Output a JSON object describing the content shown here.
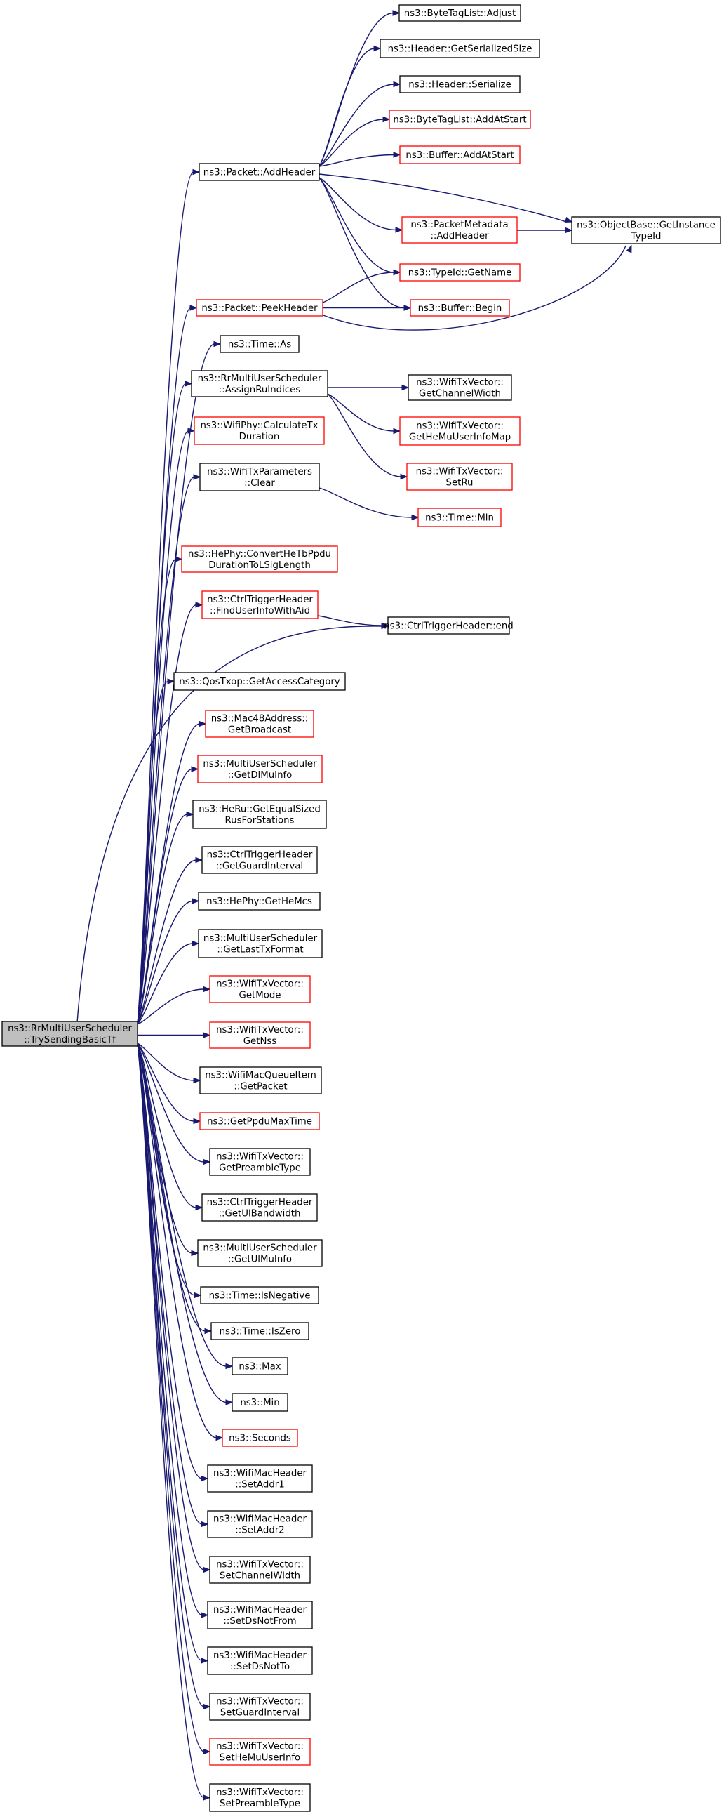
{
  "theme": {
    "edge_color": "#191970",
    "box_stroke_normal": "#000000",
    "box_stroke_truncated": "#ff0000",
    "root_fill": "#bfbfbf",
    "node_fill": "#ffffff"
  },
  "graph": {
    "nodes": [
      {
        "id": "root",
        "lines": [
          "ns3::RrMultiUserScheduler",
          "::TrySendingBasicTf"
        ],
        "style": "root"
      },
      {
        "id": "bytetaglist-adjust",
        "lines": [
          "ns3::ByteTagList::Adjust"
        ],
        "style": "normal"
      },
      {
        "id": "header-getserializedsize",
        "lines": [
          "ns3::Header::GetSerializedSize"
        ],
        "style": "normal"
      },
      {
        "id": "header-serialize",
        "lines": [
          "ns3::Header::Serialize"
        ],
        "style": "normal"
      },
      {
        "id": "bytetaglist-addatstart",
        "lines": [
          "ns3::ByteTagList::AddAtStart"
        ],
        "style": "truncated"
      },
      {
        "id": "buffer-addatstart",
        "lines": [
          "ns3::Buffer::AddAtStart"
        ],
        "style": "truncated"
      },
      {
        "id": "packet-addheader",
        "lines": [
          "ns3::Packet::AddHeader"
        ],
        "style": "normal"
      },
      {
        "id": "packetmetadata-addheader",
        "lines": [
          "ns3::PacketMetadata",
          "::AddHeader"
        ],
        "style": "truncated"
      },
      {
        "id": "objectbase-getinstancetypeid",
        "lines": [
          "ns3::ObjectBase::GetInstance",
          "TypeId"
        ],
        "style": "normal"
      },
      {
        "id": "typeid-getname",
        "lines": [
          "ns3::TypeId::GetName"
        ],
        "style": "truncated"
      },
      {
        "id": "packet-peekheader",
        "lines": [
          "ns3::Packet::PeekHeader"
        ],
        "style": "truncated"
      },
      {
        "id": "buffer-begin",
        "lines": [
          "ns3::Buffer::Begin"
        ],
        "style": "truncated"
      },
      {
        "id": "time-as",
        "lines": [
          "ns3::Time::As"
        ],
        "style": "normal"
      },
      {
        "id": "assignruindices",
        "lines": [
          "ns3::RrMultiUserScheduler",
          "::AssignRuIndices"
        ],
        "style": "normal"
      },
      {
        "id": "wifitxvector-getchannelwidth",
        "lines": [
          "ns3::WifiTxVector::",
          "GetChannelWidth"
        ],
        "style": "normal"
      },
      {
        "id": "wifiphy-calculatetxduration",
        "lines": [
          "ns3::WifiPhy::CalculateTx",
          "Duration"
        ],
        "style": "truncated"
      },
      {
        "id": "wifitxvector-gethemuuserinfomap",
        "lines": [
          "ns3::WifiTxVector::",
          "GetHeMuUserInfoMap"
        ],
        "style": "truncated"
      },
      {
        "id": "wifitxvector-setru",
        "lines": [
          "ns3::WifiTxVector::",
          "SetRu"
        ],
        "style": "truncated"
      },
      {
        "id": "wifitxparameters-clear",
        "lines": [
          "ns3::WifiTxParameters",
          "::Clear"
        ],
        "style": "normal"
      },
      {
        "id": "time-min",
        "lines": [
          "ns3::Time::Min"
        ],
        "style": "truncated"
      },
      {
        "id": "hephy-convertduration",
        "lines": [
          "ns3::HePhy::ConvertHeTbPpdu",
          "DurationToLSigLength"
        ],
        "style": "truncated"
      },
      {
        "id": "ctrltriggerheader-finduserinfowithaid",
        "lines": [
          "ns3::CtrlTriggerHeader",
          "::FindUserInfoWithAid"
        ],
        "style": "truncated"
      },
      {
        "id": "ctrltriggerheader-end",
        "lines": [
          "ns3::CtrlTriggerHeader::end"
        ],
        "style": "normal"
      },
      {
        "id": "qostxop-getaccesscategory",
        "lines": [
          "ns3::QosTxop::GetAccessCategory"
        ],
        "style": "normal"
      },
      {
        "id": "mac48address-getbroadcast",
        "lines": [
          "ns3::Mac48Address::",
          "GetBroadcast"
        ],
        "style": "truncated"
      },
      {
        "id": "multiuserscheduler-getdlmuinfo",
        "lines": [
          "ns3::MultiUserScheduler",
          "::GetDlMuInfo"
        ],
        "style": "truncated"
      },
      {
        "id": "heru-getequalsizedrus",
        "lines": [
          "ns3::HeRu::GetEqualSized",
          "RusForStations"
        ],
        "style": "normal"
      },
      {
        "id": "ctrltriggerheader-getguardinterval",
        "lines": [
          "ns3::CtrlTriggerHeader",
          "::GetGuardInterval"
        ],
        "style": "normal"
      },
      {
        "id": "hephy-gethemcs",
        "lines": [
          "ns3::HePhy::GetHeMcs"
        ],
        "style": "normal"
      },
      {
        "id": "multiuserscheduler-getlasttxformat",
        "lines": [
          "ns3::MultiUserScheduler",
          "::GetLastTxFormat"
        ],
        "style": "normal"
      },
      {
        "id": "wifitxvector-getmode",
        "lines": [
          "ns3::WifiTxVector::",
          "GetMode"
        ],
        "style": "truncated"
      },
      {
        "id": "wifitxvector-getnss",
        "lines": [
          "ns3::WifiTxVector::",
          "GetNss"
        ],
        "style": "truncated"
      },
      {
        "id": "wifimacqueueitem-getpacket",
        "lines": [
          "ns3::WifiMacQueueItem",
          "::GetPacket"
        ],
        "style": "normal"
      },
      {
        "id": "getppdumaxtime",
        "lines": [
          "ns3::GetPpduMaxTime"
        ],
        "style": "truncated"
      },
      {
        "id": "wifitxvector-getpreambletype",
        "lines": [
          "ns3::WifiTxVector::",
          "GetPreambleType"
        ],
        "style": "normal"
      },
      {
        "id": "ctrltriggerheader-getulbandwidth",
        "lines": [
          "ns3::CtrlTriggerHeader",
          "::GetUlBandwidth"
        ],
        "style": "normal"
      },
      {
        "id": "multiuserscheduler-getulmuinfo",
        "lines": [
          "ns3::MultiUserScheduler",
          "::GetUlMuInfo"
        ],
        "style": "normal"
      },
      {
        "id": "time-isnegative",
        "lines": [
          "ns3::Time::IsNegative"
        ],
        "style": "normal"
      },
      {
        "id": "time-iszero",
        "lines": [
          "ns3::Time::IsZero"
        ],
        "style": "normal"
      },
      {
        "id": "max",
        "lines": [
          "ns3::Max"
        ],
        "style": "normal"
      },
      {
        "id": "min",
        "lines": [
          "ns3::Min"
        ],
        "style": "normal"
      },
      {
        "id": "seconds",
        "lines": [
          "ns3::Seconds"
        ],
        "style": "truncated"
      },
      {
        "id": "wifimacheader-setaddr1",
        "lines": [
          "ns3::WifiMacHeader",
          "::SetAddr1"
        ],
        "style": "normal"
      },
      {
        "id": "wifimacheader-setaddr2",
        "lines": [
          "ns3::WifiMacHeader",
          "::SetAddr2"
        ],
        "style": "normal"
      },
      {
        "id": "wifitxvector-setchannelwidth",
        "lines": [
          "ns3::WifiTxVector::",
          "SetChannelWidth"
        ],
        "style": "normal"
      },
      {
        "id": "wifimacheader-setdsnotfrom",
        "lines": [
          "ns3::WifiMacHeader",
          "::SetDsNotFrom"
        ],
        "style": "normal"
      },
      {
        "id": "wifimacheader-setdsnotto",
        "lines": [
          "ns3::WifiMacHeader",
          "::SetDsNotTo"
        ],
        "style": "normal"
      },
      {
        "id": "wifitxvector-setguardinterval",
        "lines": [
          "ns3::WifiTxVector::",
          "SetGuardInterval"
        ],
        "style": "normal"
      },
      {
        "id": "wifitxvector-sethemuuserinfo",
        "lines": [
          "ns3::WifiTxVector::",
          "SetHeMuUserInfo"
        ],
        "style": "truncated"
      },
      {
        "id": "wifitxvector-setpreambletype",
        "lines": [
          "ns3::WifiTxVector::",
          "SetPreambleType"
        ],
        "style": "normal"
      }
    ],
    "edges": [
      [
        "root",
        "packet-addheader"
      ],
      [
        "root",
        "packet-peekheader"
      ],
      [
        "root",
        "time-as"
      ],
      [
        "root",
        "assignruindices"
      ],
      [
        "root",
        "wifiphy-calculatetxduration"
      ],
      [
        "root",
        "wifitxparameters-clear"
      ],
      [
        "root",
        "hephy-convertduration"
      ],
      [
        "root",
        "ctrltriggerheader-finduserinfowithaid"
      ],
      [
        "root",
        "ctrltriggerheader-end"
      ],
      [
        "root",
        "qostxop-getaccesscategory"
      ],
      [
        "root",
        "mac48address-getbroadcast"
      ],
      [
        "root",
        "multiuserscheduler-getdlmuinfo"
      ],
      [
        "root",
        "heru-getequalsizedrus"
      ],
      [
        "root",
        "ctrltriggerheader-getguardinterval"
      ],
      [
        "root",
        "hephy-gethemcs"
      ],
      [
        "root",
        "multiuserscheduler-getlasttxformat"
      ],
      [
        "root",
        "wifitxvector-getmode"
      ],
      [
        "root",
        "wifitxvector-getnss"
      ],
      [
        "root",
        "wifimacqueueitem-getpacket"
      ],
      [
        "root",
        "getppdumaxtime"
      ],
      [
        "root",
        "wifitxvector-getpreambletype"
      ],
      [
        "root",
        "ctrltriggerheader-getulbandwidth"
      ],
      [
        "root",
        "multiuserscheduler-getulmuinfo"
      ],
      [
        "root",
        "time-isnegative"
      ],
      [
        "root",
        "time-iszero"
      ],
      [
        "root",
        "max"
      ],
      [
        "root",
        "min"
      ],
      [
        "root",
        "seconds"
      ],
      [
        "root",
        "wifimacheader-setaddr1"
      ],
      [
        "root",
        "wifimacheader-setaddr2"
      ],
      [
        "root",
        "wifitxvector-setchannelwidth"
      ],
      [
        "root",
        "wifimacheader-setdsnotfrom"
      ],
      [
        "root",
        "wifimacheader-setdsnotto"
      ],
      [
        "root",
        "wifitxvector-setguardinterval"
      ],
      [
        "root",
        "wifitxvector-sethemuuserinfo"
      ],
      [
        "root",
        "wifitxvector-setpreambletype"
      ],
      [
        "packet-addheader",
        "bytetaglist-adjust"
      ],
      [
        "packet-addheader",
        "header-getserializedsize"
      ],
      [
        "packet-addheader",
        "header-serialize"
      ],
      [
        "packet-addheader",
        "bytetaglist-addatstart"
      ],
      [
        "packet-addheader",
        "buffer-addatstart"
      ],
      [
        "packet-addheader",
        "objectbase-getinstancetypeid"
      ],
      [
        "packet-addheader",
        "packetmetadata-addheader"
      ],
      [
        "packet-addheader",
        "typeid-getname"
      ],
      [
        "packet-addheader",
        "buffer-begin"
      ],
      [
        "packetmetadata-addheader",
        "objectbase-getinstancetypeid"
      ],
      [
        "packet-peekheader",
        "typeid-getname"
      ],
      [
        "packet-peekheader",
        "buffer-begin"
      ],
      [
        "packet-peekheader",
        "objectbase-getinstancetypeid"
      ],
      [
        "assignruindices",
        "wifitxvector-getchannelwidth"
      ],
      [
        "assignruindices",
        "wifitxvector-gethemuuserinfomap"
      ],
      [
        "assignruindices",
        "wifitxvector-setru"
      ],
      [
        "wifitxparameters-clear",
        "time-min"
      ],
      [
        "ctrltriggerheader-finduserinfowithaid",
        "ctrltriggerheader-end"
      ]
    ]
  }
}
